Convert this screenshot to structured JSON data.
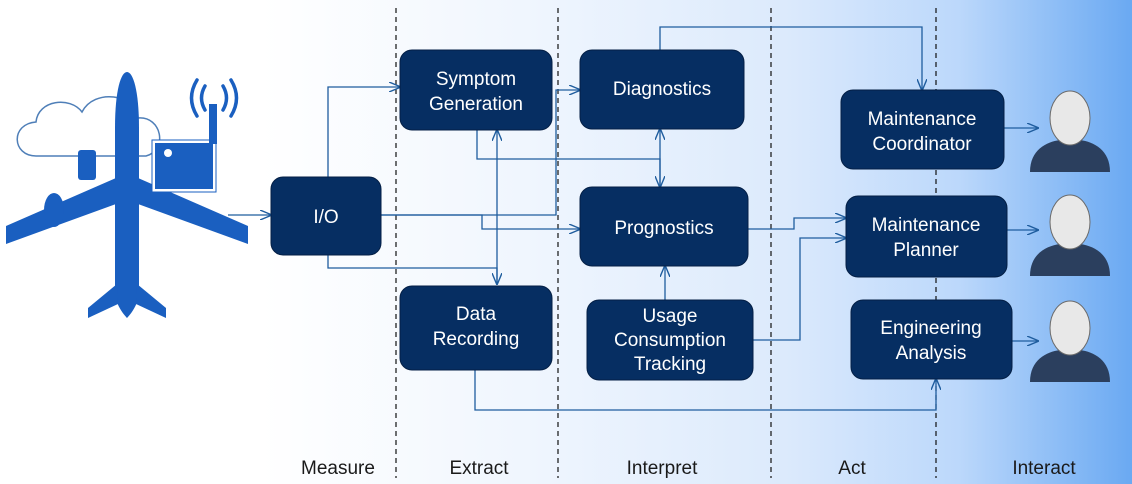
{
  "phases": [
    "Measure",
    "Extract",
    "Interpret",
    "Act",
    "Interact"
  ],
  "boxes": {
    "io": [
      "I/O"
    ],
    "symptom_generation": [
      "Symptom",
      "Generation"
    ],
    "data_recording": [
      "Data",
      "Recording"
    ],
    "diagnostics": [
      "Diagnostics"
    ],
    "prognostics": [
      "Prognostics"
    ],
    "usage_tracking": [
      "Usage",
      "Consumption",
      "Tracking"
    ],
    "maintenance_coordinator": [
      "Maintenance",
      "Coordinator"
    ],
    "maintenance_planner": [
      "Maintenance",
      "Planner"
    ],
    "engineering_analysis": [
      "Engineering",
      "Analysis"
    ]
  },
  "icons": [
    "airplane-icon",
    "cloud-icon",
    "wireless-signal-icon",
    "sensor-device-icon",
    "user-icon"
  ],
  "colors": {
    "box_fill": "#062e62",
    "box_text": "#ffffff",
    "connector": "#1f5d9e",
    "aircraft": "#1a5fc0",
    "gradient_end": "#6aa9f2"
  }
}
